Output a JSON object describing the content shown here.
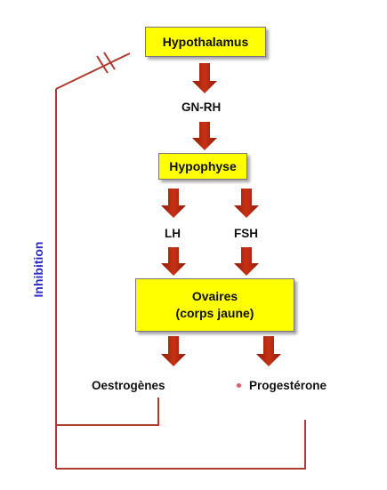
{
  "nodes": {
    "hypothalamus": "Hypothalamus",
    "hypophyse": "Hypophyse",
    "ovaires_line1": "Ovaires",
    "ovaires_line2": "(corps jaune)"
  },
  "hormones": {
    "gnrh": "GN-RH",
    "lh": "LH",
    "fsh": "FSH",
    "oestrogenes": "Oestrogènes",
    "progesterone": "Progestérone"
  },
  "feedback": {
    "label": "Inhibition"
  },
  "colors": {
    "box_fill": "#ffff00",
    "arrow": "#b5270d",
    "feedback_line": "#b03a2e",
    "inhibition_text": "#2a2ad0"
  }
}
